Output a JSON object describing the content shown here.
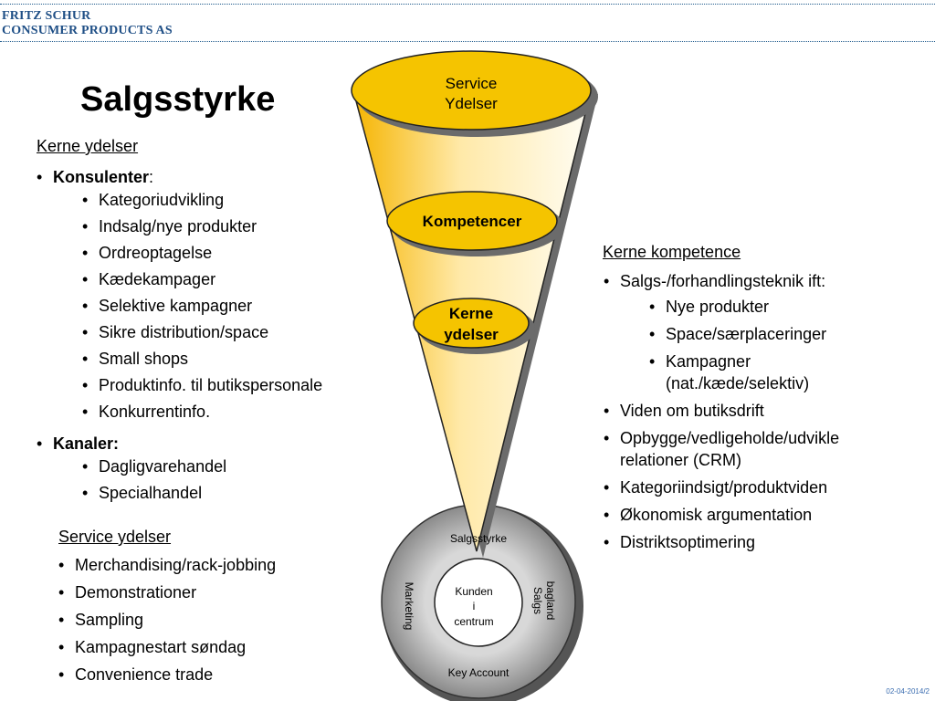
{
  "logo": {
    "line1": "FRITZ SCHUR",
    "line2": "CONSUMER PRODUCTS AS"
  },
  "title": "Salgsstyrke",
  "left": {
    "heading": "Kerne ydelser",
    "konsulenter_label": "Konsulenter",
    "konsulenter_suffix": ":",
    "konsulenter_items": [
      "Kategoriudvikling",
      "Indsalg/nye produkter",
      "Ordreoptagelse",
      "Kædekampager",
      "Selektive kampagner",
      "Sikre distribution/space",
      "Small shops",
      "Produktinfo. til butikspersonale",
      "Konkurrentinfo."
    ],
    "kanaler_label": "Kanaler:",
    "kanaler_items": [
      "Dagligvarehandel",
      "Specialhandel"
    ]
  },
  "service": {
    "heading": "Service ydelser",
    "items": [
      "Merchandising/rack-jobbing",
      "Demonstrationer",
      "Sampling",
      "Kampagnestart søndag",
      "Convenience trade"
    ]
  },
  "right": {
    "heading": "Kerne kompetence",
    "item1": "Salgs-/forhandlingsteknik ift:",
    "subitems": [
      "Nye produkter",
      "Space/særplaceringer",
      "Kampagner (nat./kæde/selektiv)"
    ],
    "items": [
      "Viden om butiksdrift",
      "Opbygge/vedligeholde/udvikle relationer (CRM)",
      "Kategoriindsigt/produktviden",
      "Økonomisk argumentation",
      "Distriktsoptimering"
    ]
  },
  "funnel": {
    "top_line1": "Service",
    "top_line2": "Ydelser",
    "middle": "Kompetencer",
    "lower_line1": "Kerne",
    "lower_line2": "ydelser"
  },
  "circle": {
    "top": "Salgsstyrke",
    "left": "Marketing",
    "right_line1": "Salgs",
    "right_line2": "bagland",
    "bottom": "Key Account",
    "center_line1": "Kunden",
    "center_line2": "i",
    "center_line3": "centrum"
  },
  "footer": "02-04-2014/2",
  "colors": {
    "logo": "#1f4f86",
    "ellipse_fill": "#f5c400",
    "funnel_light": "#fff6d8",
    "ring_gray": "#9a9a9a"
  }
}
